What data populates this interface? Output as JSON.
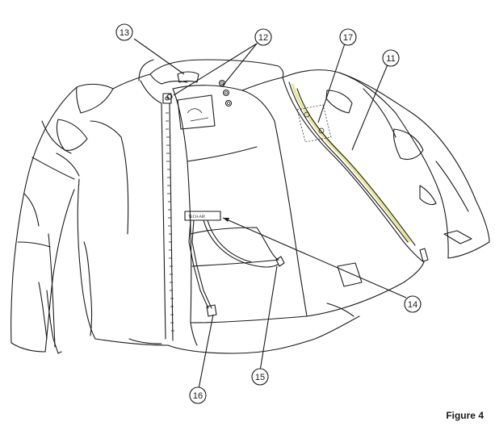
{
  "figure": {
    "caption": "Figure 4",
    "connector_label": "TECH-AIR"
  },
  "callouts": [
    {
      "id": "c11",
      "number": "11"
    },
    {
      "id": "c12",
      "number": "12"
    },
    {
      "id": "c13",
      "number": "13"
    },
    {
      "id": "c14",
      "number": "14"
    },
    {
      "id": "c15",
      "number": "15"
    },
    {
      "id": "c16",
      "number": "16"
    },
    {
      "id": "c17",
      "number": "17"
    }
  ],
  "colors": {
    "line": "#1a1a1a",
    "highlight_zip": "#e8e88a",
    "background": "#ffffff"
  }
}
